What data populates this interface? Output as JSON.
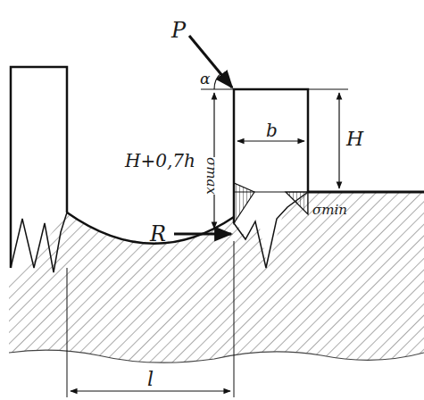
{
  "diagram": {
    "labels": [
      "P",
      "α",
      "H+0,7h",
      "σmax",
      "R",
      "b",
      "H",
      "σmin",
      "l"
    ]
  }
}
